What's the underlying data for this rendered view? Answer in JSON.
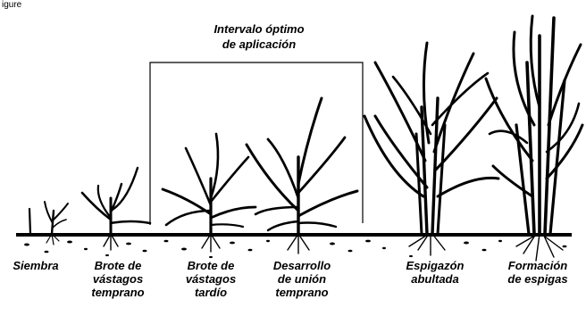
{
  "figure_label": "igure",
  "optimal_interval": {
    "label": "Intervalo óptimo\nde aplicación"
  },
  "stages": [
    {
      "id": "siembra",
      "label": "Siembra"
    },
    {
      "id": "brote-temprano",
      "label": "Brote de\nvástagos\ntemprano"
    },
    {
      "id": "brote-tardio",
      "label": "Brote de\nvástagos\ntardío"
    },
    {
      "id": "desarrollo",
      "label": "Desarrollo\nde unión\ntemprano"
    },
    {
      "id": "espigazon",
      "label": "Espigazón\nabultada"
    },
    {
      "id": "formacion",
      "label": "Formación\nde espigas"
    }
  ],
  "colors": {
    "ink": "#000000",
    "background": "#ffffff"
  }
}
